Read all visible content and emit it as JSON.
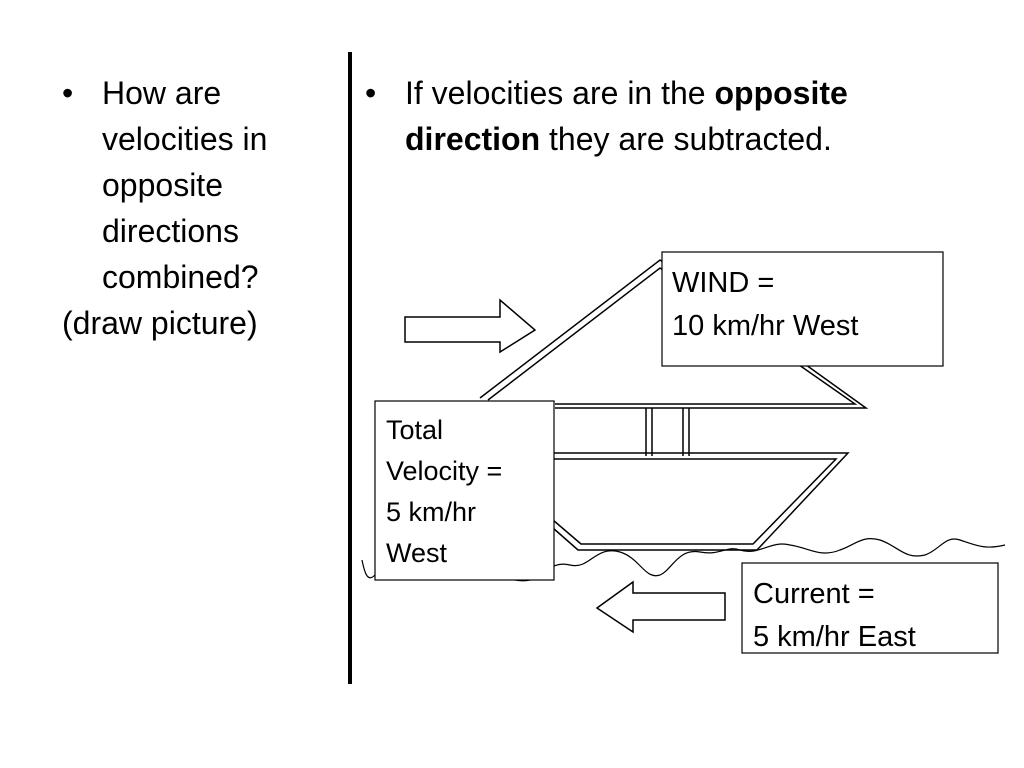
{
  "left": {
    "question_lines": [
      "How are",
      "velocities in",
      "opposite",
      "directions",
      "combined?"
    ],
    "note": "(draw picture)"
  },
  "right": {
    "text_before": "If velocities are in the ",
    "text_bold": "opposite direction",
    "text_after": " they are subtracted."
  },
  "diagram": {
    "wind_box": [
      "WIND =",
      "10 km/hr West"
    ],
    "total_box": [
      "Total",
      "Velocity =",
      "5 km/hr",
      "West"
    ],
    "current_box": [
      "Current =",
      "5 km/hr East"
    ]
  }
}
